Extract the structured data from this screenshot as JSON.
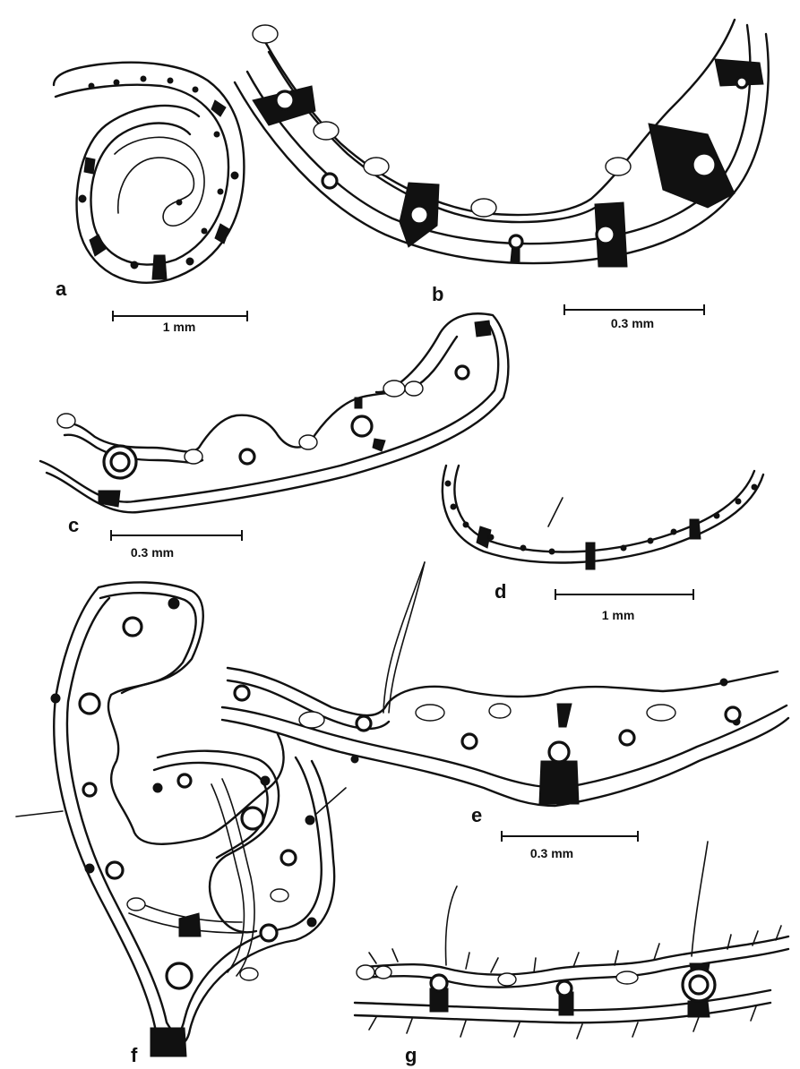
{
  "figure": {
    "panels": [
      {
        "id": "a",
        "label": "a"
      },
      {
        "id": "b",
        "label": "b"
      },
      {
        "id": "c",
        "label": "c"
      },
      {
        "id": "d",
        "label": "d"
      },
      {
        "id": "e",
        "label": "e"
      },
      {
        "id": "f",
        "label": "f"
      },
      {
        "id": "g",
        "label": "g"
      }
    ],
    "scale_bars": {
      "ad_top": "1 mm",
      "b": "0.3 mm",
      "c": "0.3 mm",
      "d": "1 mm",
      "efg": "0.3 mm"
    }
  }
}
